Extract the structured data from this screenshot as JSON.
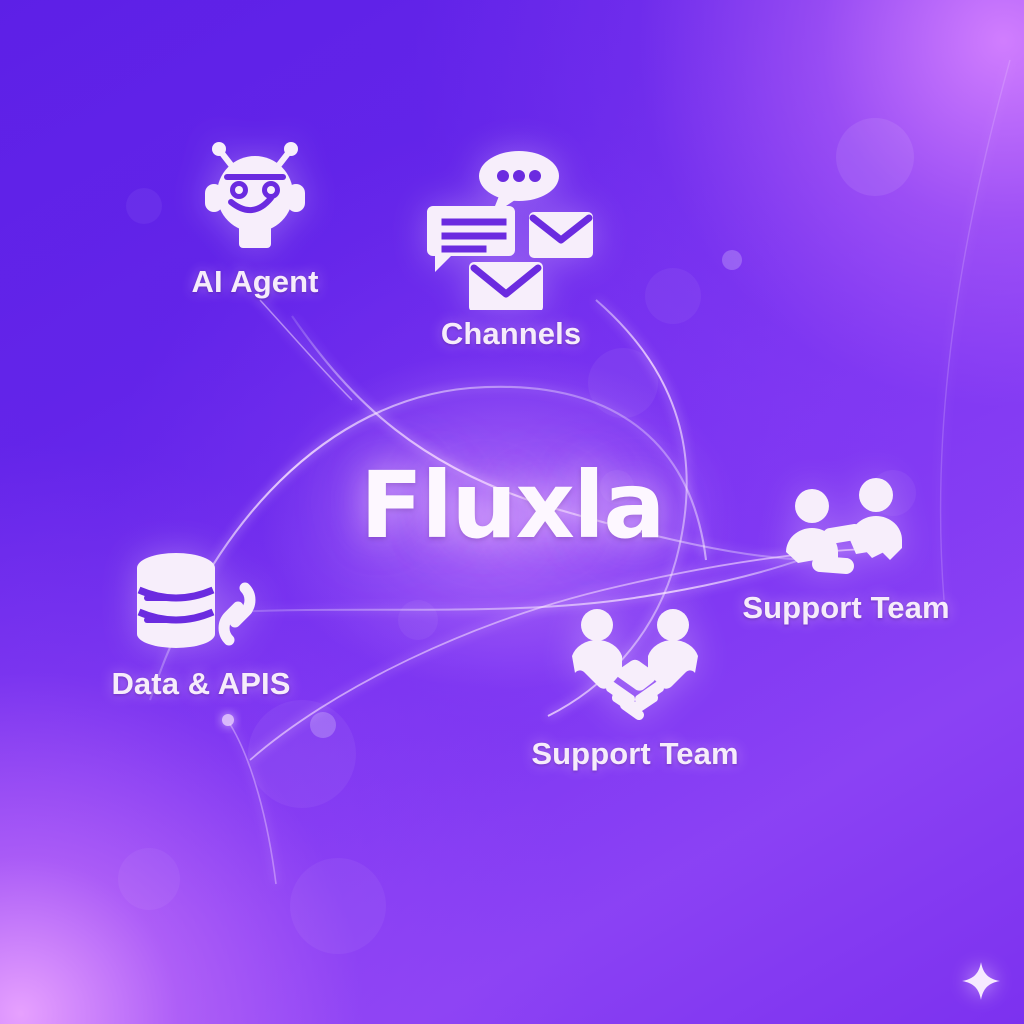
{
  "brand": {
    "name": "Fluxla"
  },
  "background": {
    "base_color": "#5c1fe6",
    "glow_top_right": "#b565f5",
    "glow_bottom_left": "#e0a0ff",
    "mid_violet": "#7a34f2",
    "line_color": "#f3d9ff"
  },
  "nodes": [
    {
      "id": "ai-agent",
      "label": "AI Agent",
      "icon": "robot-head-icon",
      "position": "top-left"
    },
    {
      "id": "channels",
      "label": "Channels",
      "icon": "chat-bubbles-and-envelopes-icon",
      "position": "top-center"
    },
    {
      "id": "data-apis",
      "label": "Data & APIS",
      "icon": "database-and-link-icon",
      "position": "bottom-left"
    },
    {
      "id": "support-team-bottom",
      "label": "Support Team",
      "icon": "handshake-people-icon",
      "position": "bottom-center"
    },
    {
      "id": "support-team-right",
      "label": "Support Team",
      "icon": "two-people-reaching-icon",
      "position": "middle-right"
    }
  ],
  "decorations": {
    "sparkle": "four-point-sparkle-icon",
    "bokeh_count": 12
  }
}
